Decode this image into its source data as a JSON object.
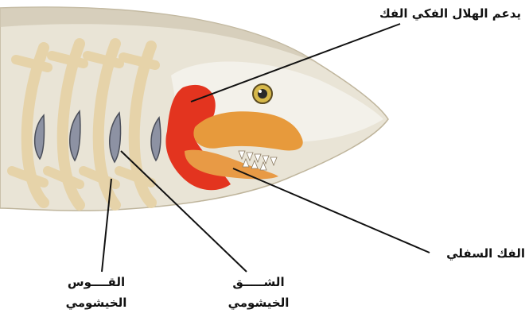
{
  "labels": {
    "jaw_support": "يدعم الهلال الفكي الفك",
    "lower_jaw": "الفك السفلي",
    "gill_arch": [
      "القــــوس",
      "الخيشومي"
    ],
    "gill_slit": [
      "الشـــــق",
      "الخيشومي"
    ]
  },
  "colors": {
    "skin": "#e9e4d6",
    "skin_shadow": "#c9c0aa",
    "cartilage": "#e6d3a9",
    "gill_slit": "#8d92a3",
    "gill_tissue": "#e3341f",
    "jaw": "#e79a3c",
    "eye": "#d6b84a",
    "leader_line": "#111111"
  }
}
